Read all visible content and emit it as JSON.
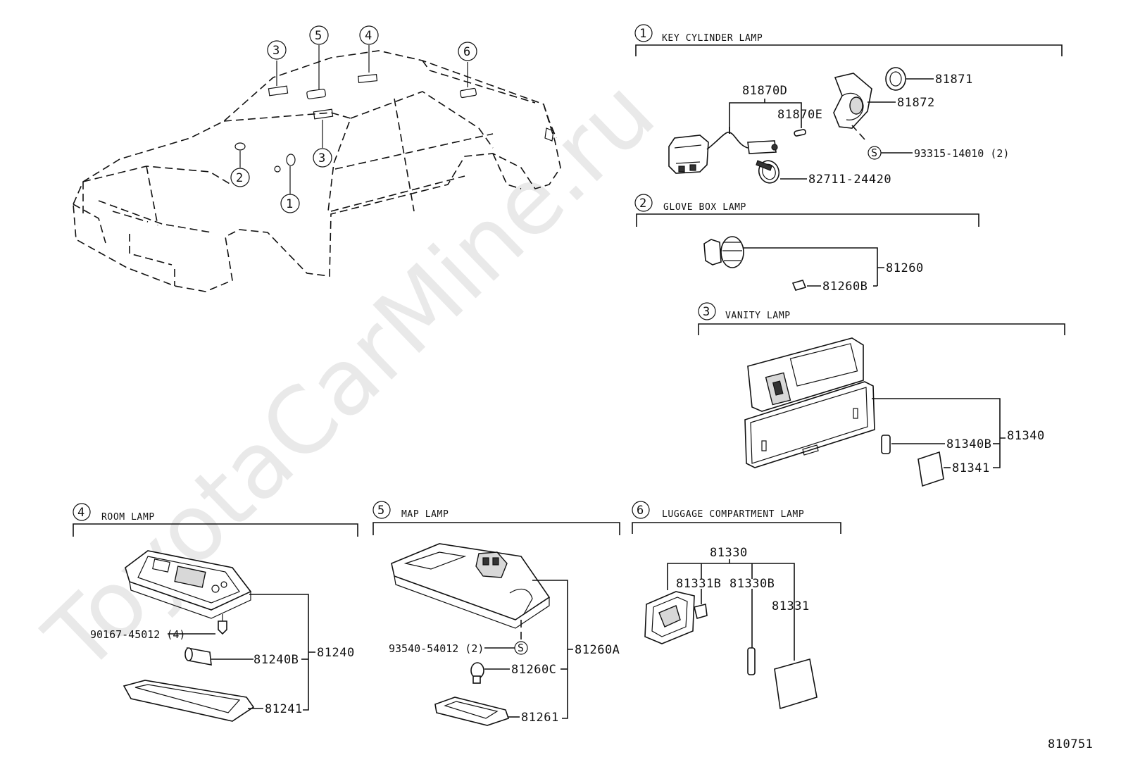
{
  "watermark": "ToyotaCarMine.ru",
  "figure_number": "810751",
  "car_callouts": [
    "3",
    "5",
    "4",
    "6",
    "2",
    "3",
    "1"
  ],
  "sections": {
    "key_cylinder": {
      "num": "1",
      "title": "KEY CYLINDER LAMP",
      "parts": {
        "p81870D": "81870D",
        "p81870E": "81870E",
        "p81871": "81871",
        "p81872": "81872",
        "p93315": "93315-14010 (2)",
        "p82711": "82711-24420",
        "s": "S"
      }
    },
    "glove_box": {
      "num": "2",
      "title": "GLOVE BOX LAMP",
      "parts": {
        "p81260": "81260",
        "p81260B": "81260B"
      }
    },
    "vanity": {
      "num": "3",
      "title": "VANITY LAMP",
      "parts": {
        "p81340": "81340",
        "p81340B": "81340B",
        "p81341": "81341"
      }
    },
    "room": {
      "num": "4",
      "title": "ROOM LAMP",
      "parts": {
        "p90167": "90167-45012 (4)",
        "p81240": "81240",
        "p81240B": "81240B",
        "p81241": "81241"
      }
    },
    "map": {
      "num": "5",
      "title": "MAP LAMP",
      "parts": {
        "p93540": "93540-54012 (2)",
        "p81260A": "81260A",
        "p81260C": "81260C",
        "p81261": "81261",
        "s": "S"
      }
    },
    "luggage": {
      "num": "6",
      "title": "LUGGAGE COMPARTMENT LAMP",
      "parts": {
        "p81330": "81330",
        "p81331B": "81331B",
        "p81330B": "81330B",
        "p81331": "81331"
      }
    }
  }
}
